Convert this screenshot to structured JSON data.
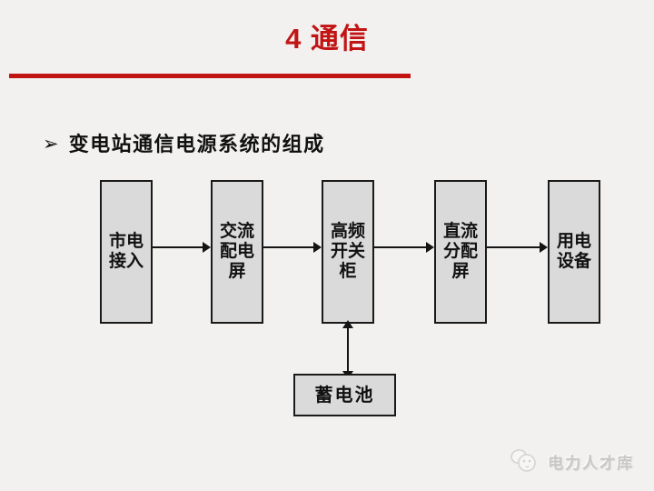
{
  "slide": {
    "title": "4 通信",
    "bullet": {
      "marker": "➢",
      "text": "变电站通信电源系统的组成"
    }
  },
  "diagram": {
    "boxes": [
      {
        "label": "市电\n接入"
      },
      {
        "label": "交流\n配电\n屏"
      },
      {
        "label": "高频\n开关\n柜"
      },
      {
        "label": "直流\n分配\n屏"
      },
      {
        "label": "用电\n设备"
      }
    ],
    "battery": {
      "label": "蓄电池"
    }
  },
  "watermark": {
    "text": "电力人才库"
  },
  "colors": {
    "accent": "#c31414",
    "background": "#f2f1ef",
    "box_fill": "#dadada",
    "box_border": "#1a1a1a",
    "arrow": "#141414",
    "watermark_text": "#c9c8c6"
  },
  "icons": {
    "bullet": "black-arrowhead-icon",
    "logo": "mascot-icon"
  }
}
